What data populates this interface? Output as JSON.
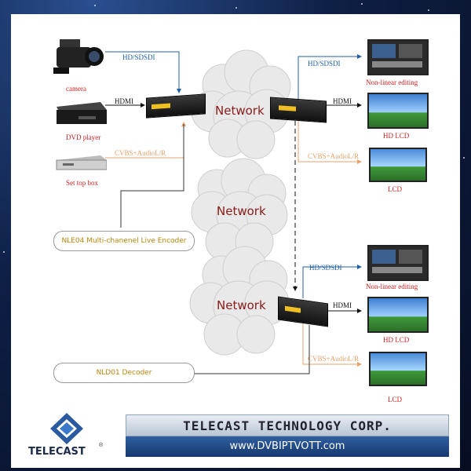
{
  "colors": {
    "accent_blue": "#1f5fa8",
    "orange": "#e8a26a",
    "red": "#cc2222",
    "cloud_text": "#8b1a1a",
    "banner_blue": "#1e4784"
  },
  "sources": {
    "camera": "camera",
    "dvd": "DVD player",
    "stb": "Set top box",
    "camera_link": "HD/SDSDI",
    "dvd_link": "HDMI",
    "stb_link": "CVBS+AudioL/R"
  },
  "clouds": {
    "top": "Network",
    "middle": "Network",
    "bottom": "Network"
  },
  "encoder_label": "NLE04 Multi-chanenel Live Encoder",
  "decoder_label": "NLD01 Decoder",
  "outputs_top": {
    "link1": "HD/SDSDI",
    "dev1": "Non-linear editing",
    "link2": "HDMI",
    "dev2": "HD LCD",
    "link3": "CVBS+AudioL/R",
    "dev3": "LCD"
  },
  "outputs_bottom": {
    "link1": "HD/SDSDI",
    "dev1": "Non-linear editing",
    "link2": "HDMI",
    "dev2": "HD LCD",
    "link3": "CVBS+AudioL/R",
    "dev3": "LCD"
  },
  "brand": {
    "logo": "TELECAST",
    "reg": "®",
    "company": "TELECAST TECHNOLOGY CORP.",
    "url": "www.DVBIPTVOTT.com"
  }
}
